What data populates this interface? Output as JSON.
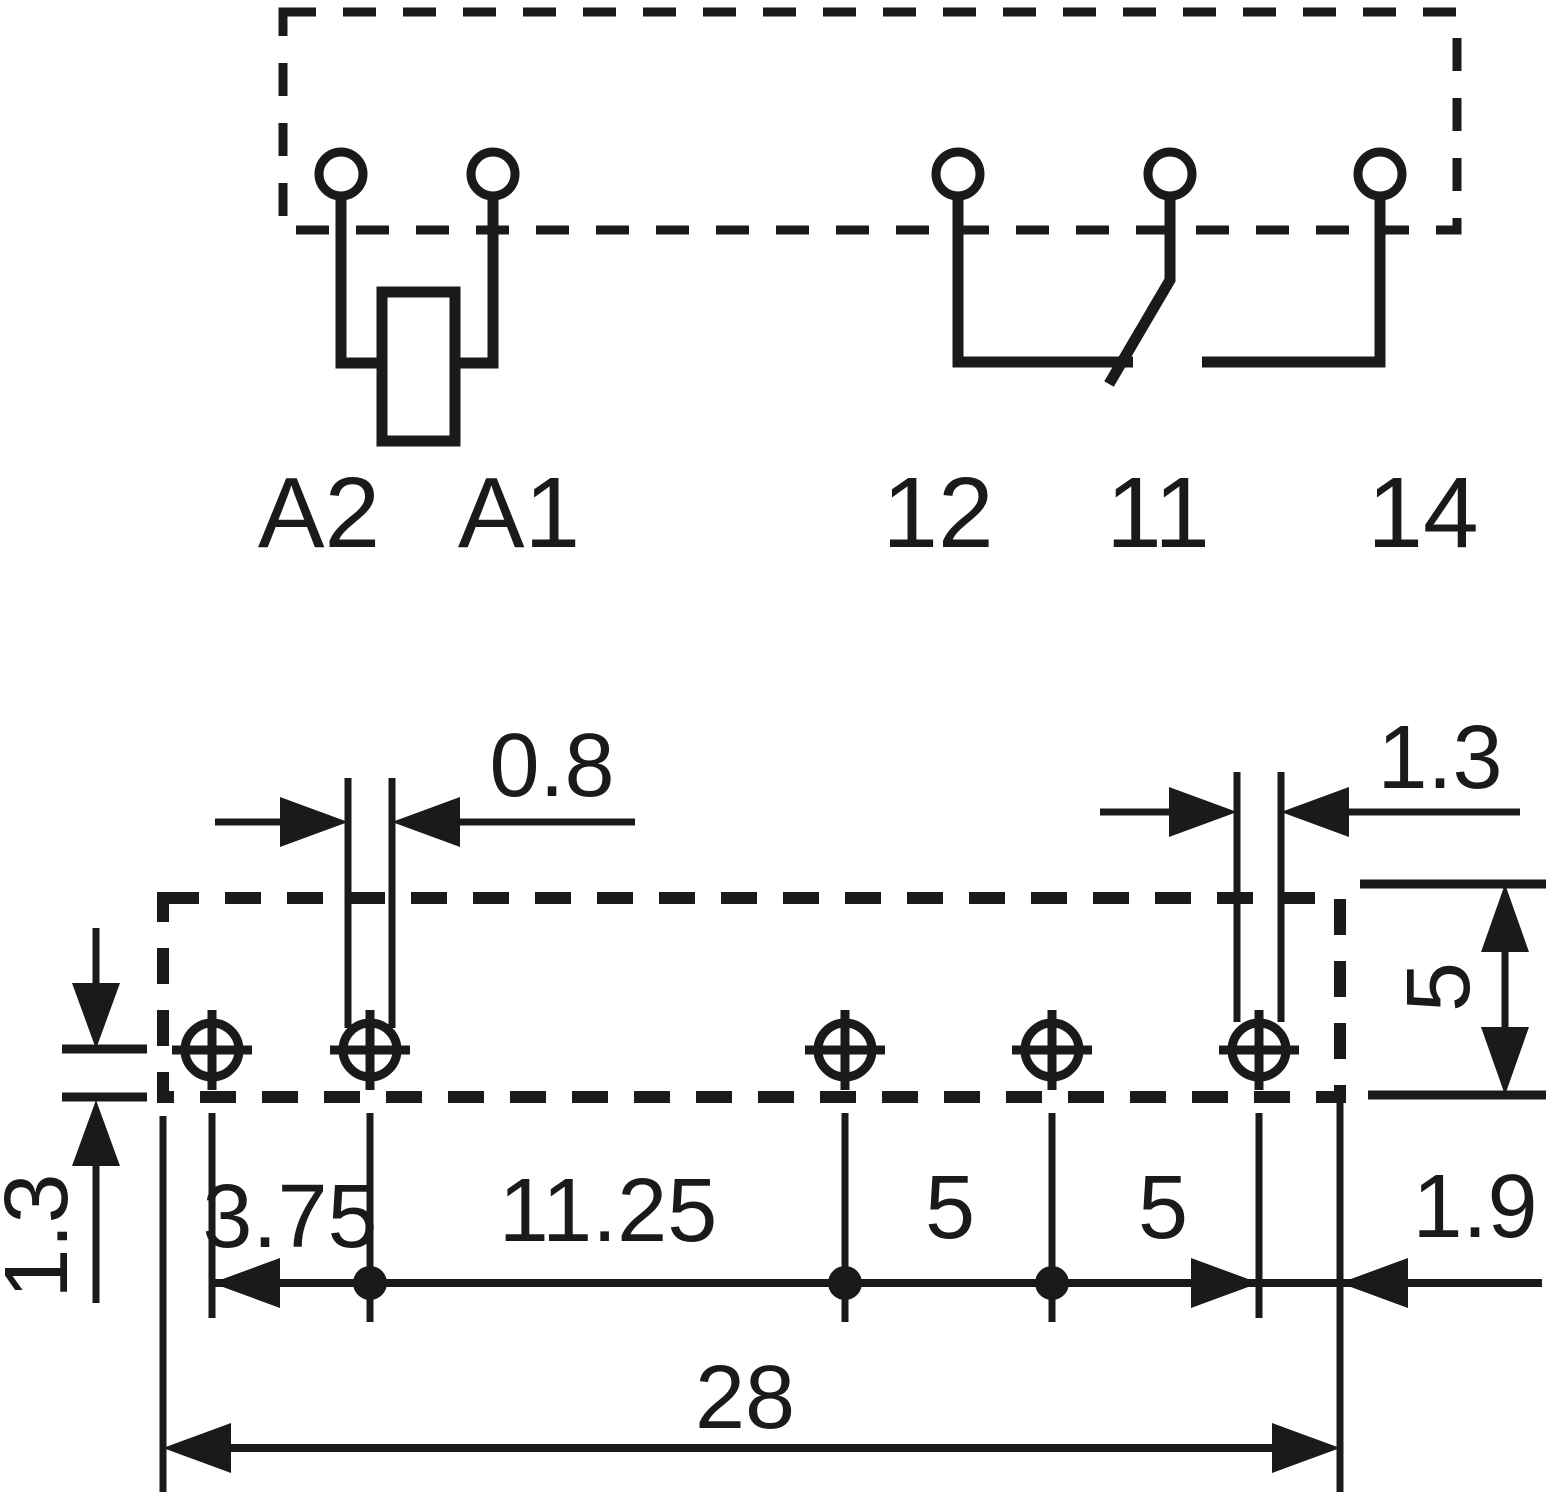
{
  "figure": {
    "kind": "relay wiring diagram and pin-layout footprint",
    "background_color": "#ffffff",
    "ink_color": "#1a1a1a"
  },
  "schematic": {
    "terminals": [
      {
        "id": "a2",
        "label": "A2"
      },
      {
        "id": "a1",
        "label": "A1"
      },
      {
        "id": "t12",
        "label": "12"
      },
      {
        "id": "t11",
        "label": "11"
      },
      {
        "id": "t14",
        "label": "14"
      }
    ]
  },
  "footprint": {
    "dimensions": {
      "coil_pin_width": "0.8",
      "contact_pin_width": "1.3",
      "pin_length_right": "5",
      "pin_offset_bottom_left": "1.3",
      "pitch_1": "3.75",
      "pitch_2": "11.25",
      "pitch_3": "5",
      "pitch_4": "5",
      "edge_margin_right": "1.9",
      "overall_width": "28"
    }
  }
}
